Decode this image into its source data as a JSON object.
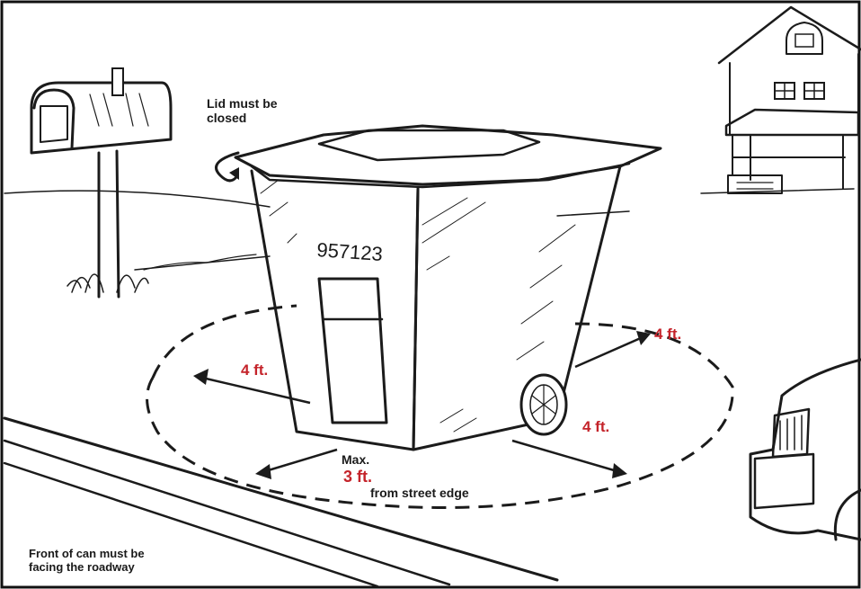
{
  "colors": {
    "ink": "#1b1b1b",
    "accent_red": "#c4232a",
    "background": "#ffffff"
  },
  "cart_id": "957123",
  "labels": {
    "lid_line1": "Lid must be",
    "lid_line2": "closed",
    "dist_left": "4 ft.",
    "dist_back": "4 ft.",
    "dist_right": "4 ft.",
    "max_label": "Max.",
    "max_value": "3 ft.",
    "max_suffix": "from street edge",
    "front_line1": "Front of can must be",
    "front_line2": "facing the roadway"
  },
  "icons": [
    "mailbox-icon",
    "house-icon",
    "car-icon",
    "trash-cart-icon",
    "rotate-arrow-icon"
  ]
}
